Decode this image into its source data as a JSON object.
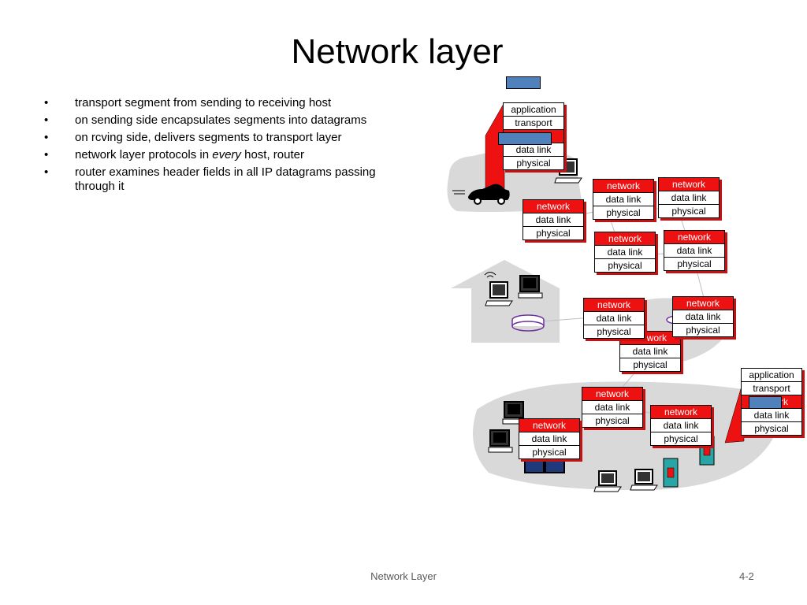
{
  "slide": {
    "title": "Network layer",
    "bullets": [
      {
        "text": "transport segment from sending to receiving host"
      },
      {
        "text": "on sending side encapsulates segments into datagrams"
      },
      {
        "text": "on rcving side, delivers segments to transport layer"
      },
      {
        "text_before": "network layer protocols in ",
        "emph": "every",
        "text_after": " host, router"
      },
      {
        "text": "router examines header fields in all IP datagrams passing through it"
      }
    ]
  },
  "diagram": {
    "layers": {
      "application": "application",
      "transport": "transport",
      "network": "network",
      "data_link": "data link",
      "physical": "physical"
    },
    "colors": {
      "network_fill": "#ee1111",
      "shadow": "#c41212",
      "datagram_blue": "#4f81bd",
      "cloud_gray": "#d9d9d9",
      "router_purple": "#7030a0",
      "server_teal": "#2aa5a5"
    },
    "icons": [
      "car-icon",
      "laptop-icon",
      "desktop-icon",
      "router-icon",
      "server-icon",
      "house-icon",
      "antenna-icon"
    ]
  },
  "footer": {
    "center": "Network Layer",
    "page": "4-2"
  }
}
